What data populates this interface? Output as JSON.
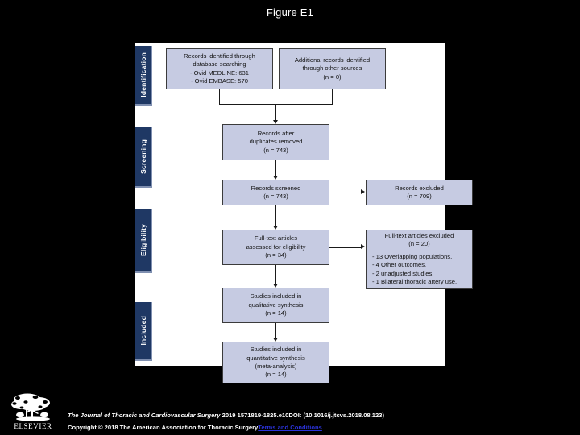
{
  "slide": {
    "title": "Figure E1",
    "background_color": "#000000",
    "canvas_color": "#ffffff",
    "accent_color": "#1f3864",
    "box_fill_color": "#c6cbe2",
    "link_color": "#2a32d8"
  },
  "stages": [
    {
      "label": "Identification"
    },
    {
      "label": "Screening"
    },
    {
      "label": "Eligibility"
    },
    {
      "label": "Included"
    }
  ],
  "boxes": {
    "database_search": {
      "lines": [
        "Records identified through",
        "database searching",
        "- Ovid MEDLINE: 631",
        "- Ovid EMBASE: 570"
      ]
    },
    "other_sources": {
      "lines": [
        "Additional records identified",
        "through other sources",
        "(n = 0)"
      ]
    },
    "duplicates_removed": {
      "lines": [
        "Records after",
        "duplicates removed",
        "(n = 743)"
      ]
    },
    "records_screened": {
      "lines": [
        "Records screened",
        "(n = 743)"
      ]
    },
    "records_excluded": {
      "lines": [
        "Records excluded",
        "(n = 709)"
      ]
    },
    "fulltext_assessed": {
      "lines": [
        "Full-text articles",
        "assessed for eligibility",
        "(n = 34)"
      ]
    },
    "fulltext_excluded": {
      "header": [
        "Full-text articles excluded",
        "(n = 20)"
      ],
      "bullets": [
        "- 13 Overlapping populations.",
        "- 4 Other outcomes.",
        "- 2 unadjusted studies.",
        "- 1 Bilateral thoracic artery use."
      ]
    },
    "qualitative_synthesis": {
      "lines": [
        "Studies included in",
        "qualitative synthesis",
        "(n = 14)"
      ]
    },
    "quantitative_synthesis": {
      "lines": [
        "Studies included in",
        "quantitative synthesis",
        "(meta-analysis)",
        "(n = 14)"
      ]
    }
  },
  "footer": {
    "journal": "The Journal of Thoracic and Cardiovascular Surgery",
    "citation": " 2019 1571819-1825.e10DOI: (10.1016/j.jtcvs.2018.08.123)",
    "copyright": "Copyright © 2018 The American Association for Thoracic Surgery",
    "terms_link": "Terms and Conditions"
  },
  "logo": {
    "wordmark": "ELSEVIER"
  }
}
